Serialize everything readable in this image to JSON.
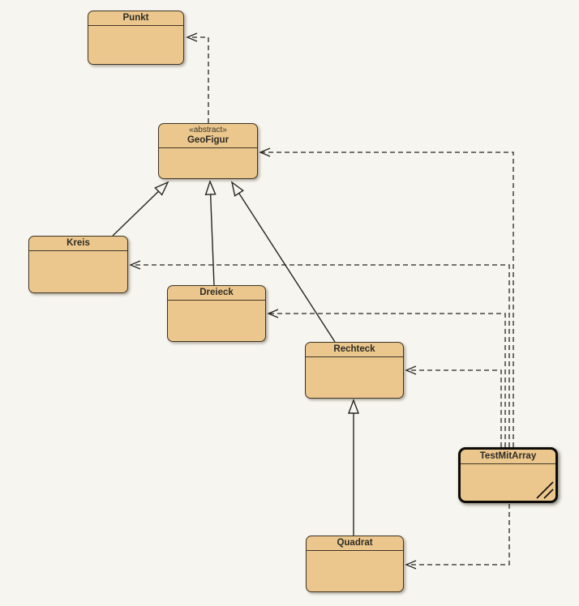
{
  "diagram_type": "uml-class-diagram",
  "colors": {
    "canvas_background": "#f6f5ef",
    "class_fill": "#ecc78d",
    "class_border": "#3e3526",
    "edge_stroke": "#27251e",
    "selected_border": "#0d0c09"
  },
  "classes": [
    {
      "name": "Punkt"
    },
    {
      "stereotype": "«abstract»",
      "name": "GeoFigur"
    },
    {
      "name": "Kreis"
    },
    {
      "name": "Dreieck"
    },
    {
      "name": "Rechteck"
    },
    {
      "name": "TestMitArray",
      "selected": true
    },
    {
      "name": "Quadrat"
    }
  ],
  "relations": [
    {
      "type": "generalization",
      "from": "Kreis",
      "to": "GeoFigur"
    },
    {
      "type": "generalization",
      "from": "Dreieck",
      "to": "GeoFigur"
    },
    {
      "type": "generalization",
      "from": "Rechteck",
      "to": "GeoFigur"
    },
    {
      "type": "generalization",
      "from": "Quadrat",
      "to": "Rechteck"
    },
    {
      "type": "dependency",
      "from": "GeoFigur",
      "to": "Punkt"
    },
    {
      "type": "dependency",
      "from": "TestMitArray",
      "to": "GeoFigur"
    },
    {
      "type": "dependency",
      "from": "TestMitArray",
      "to": "Kreis"
    },
    {
      "type": "dependency",
      "from": "TestMitArray",
      "to": "Dreieck"
    },
    {
      "type": "dependency",
      "from": "TestMitArray",
      "to": "Rechteck"
    },
    {
      "type": "dependency",
      "from": "TestMitArray",
      "to": "Quadrat"
    }
  ]
}
